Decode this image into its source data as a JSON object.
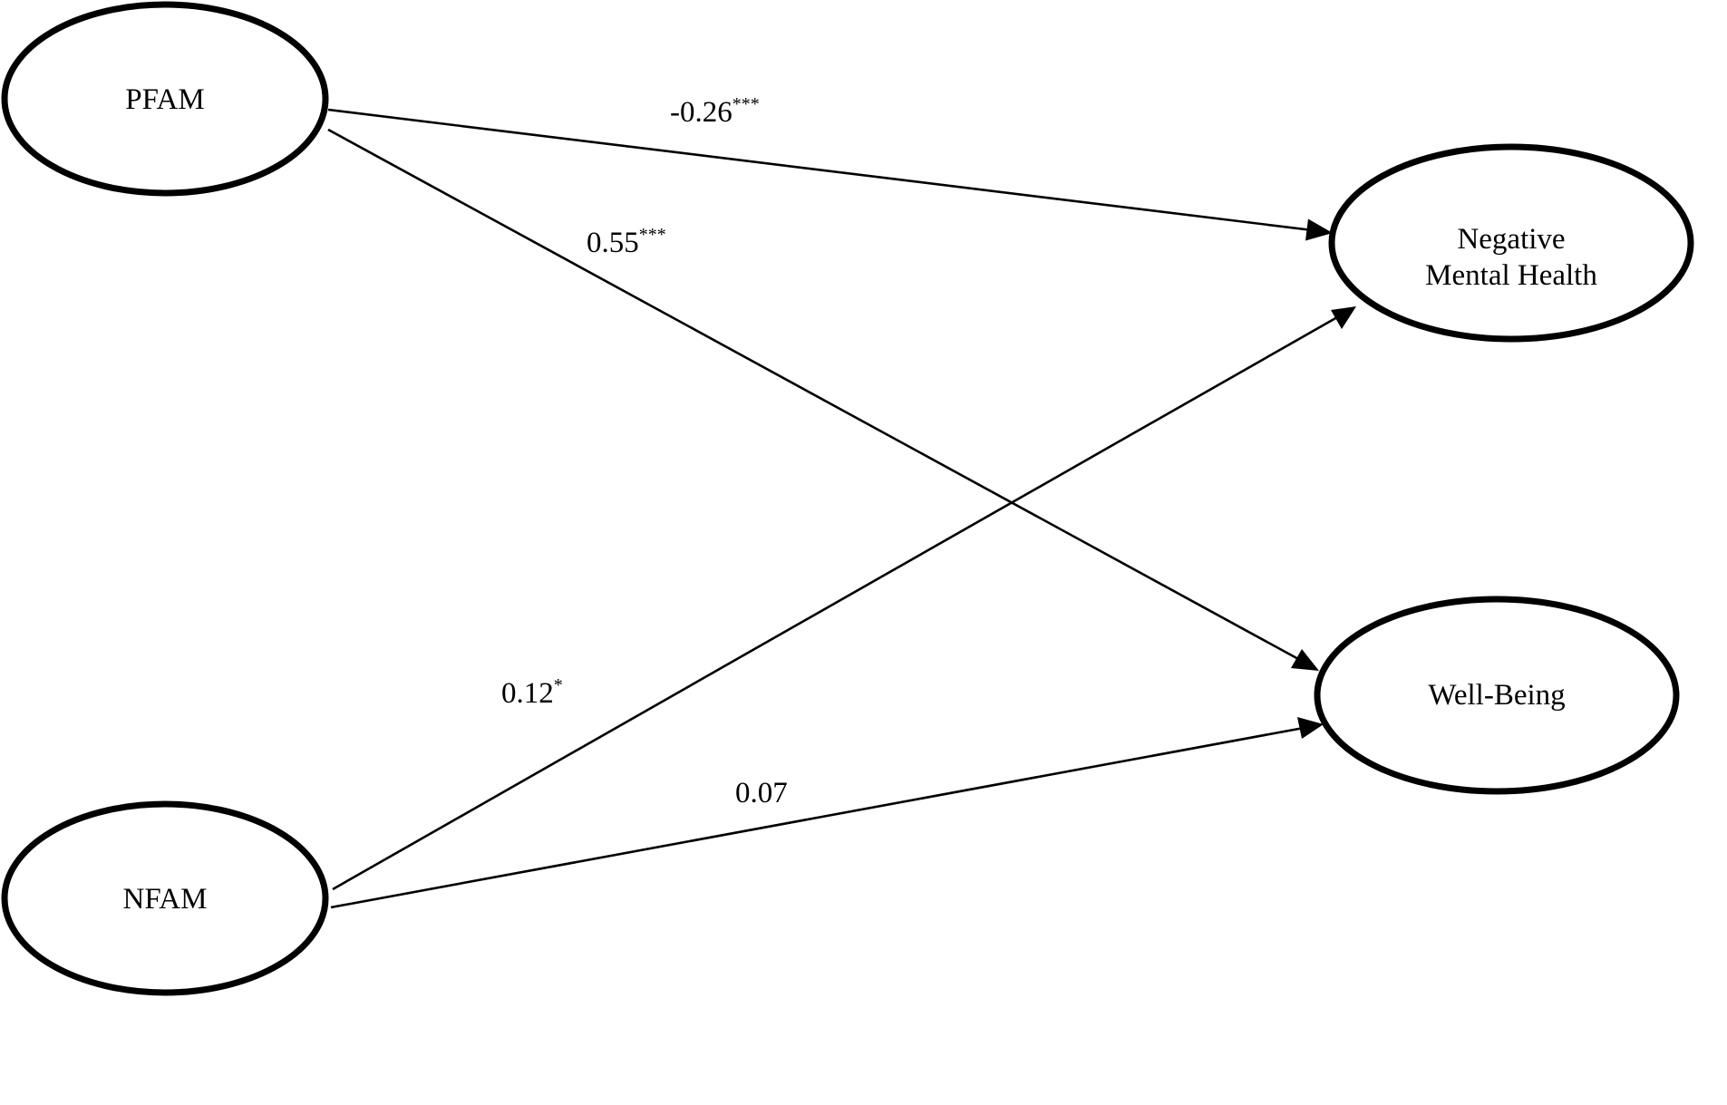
{
  "nodes": {
    "pfam": {
      "label": "PFAM"
    },
    "nfam": {
      "label": "NFAM"
    },
    "negative_mental_health": {
      "label_line1": "Negative",
      "label_line2": "Mental Health"
    },
    "well_being": {
      "label": "Well-Being"
    }
  },
  "paths": {
    "pfam_to_nmh": {
      "value": "-0.26",
      "sig": "***"
    },
    "pfam_to_wb": {
      "value": "0.55",
      "sig": "***"
    },
    "nfam_to_nmh": {
      "value": "0.12",
      "sig": "*"
    },
    "nfam_to_wb": {
      "value": "0.07",
      "sig": ""
    }
  }
}
